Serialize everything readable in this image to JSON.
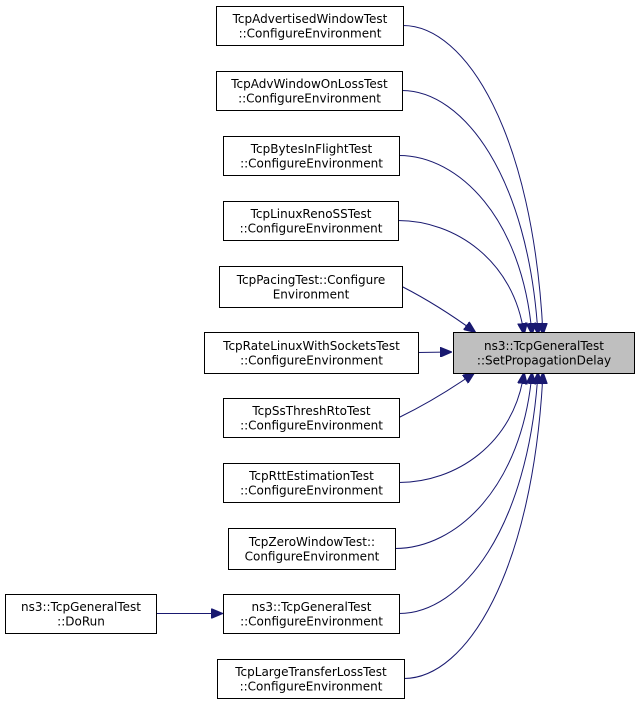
{
  "colors": {
    "edge": "#191970",
    "node_border": "#000000",
    "node_fill": "#ffffff",
    "target_fill": "#bfbfbf"
  },
  "target": {
    "id": "target",
    "lines": [
      "ns3::TcpGeneralTest",
      "::SetPropagationDelay"
    ]
  },
  "nodes": [
    {
      "id": "n0",
      "lines": [
        "TcpAdvertisedWindowTest",
        "::ConfigureEnvironment"
      ]
    },
    {
      "id": "n1",
      "lines": [
        "TcpAdvWindowOnLossTest",
        "::ConfigureEnvironment"
      ]
    },
    {
      "id": "n2",
      "lines": [
        "TcpBytesInFlightTest",
        "::ConfigureEnvironment"
      ]
    },
    {
      "id": "n3",
      "lines": [
        "TcpLinuxRenoSSTest",
        "::ConfigureEnvironment"
      ]
    },
    {
      "id": "n4",
      "lines": [
        "TcpPacingTest::Configure",
        "Environment"
      ]
    },
    {
      "id": "n5",
      "lines": [
        "TcpRateLinuxWithSocketsTest",
        "::ConfigureEnvironment"
      ]
    },
    {
      "id": "n6",
      "lines": [
        "TcpSsThreshRtoTest",
        "::ConfigureEnvironment"
      ]
    },
    {
      "id": "n7",
      "lines": [
        "TcpRttEstimationTest",
        "::ConfigureEnvironment"
      ]
    },
    {
      "id": "n8",
      "lines": [
        "TcpZeroWindowTest::",
        "ConfigureEnvironment"
      ]
    },
    {
      "id": "n9",
      "lines": [
        "ns3::TcpGeneralTest",
        "::ConfigureEnvironment"
      ]
    },
    {
      "id": "n10",
      "lines": [
        "TcpLargeTransferLossTest",
        "::ConfigureEnvironment"
      ]
    },
    {
      "id": "n11",
      "lines": [
        "ns3::TcpGeneralTest",
        "::DoRun"
      ]
    }
  ],
  "edges": [
    {
      "from": "n0",
      "to": "target"
    },
    {
      "from": "n1",
      "to": "target"
    },
    {
      "from": "n2",
      "to": "target"
    },
    {
      "from": "n3",
      "to": "target"
    },
    {
      "from": "n4",
      "to": "target"
    },
    {
      "from": "n5",
      "to": "target"
    },
    {
      "from": "n6",
      "to": "target"
    },
    {
      "from": "n7",
      "to": "target"
    },
    {
      "from": "n8",
      "to": "target"
    },
    {
      "from": "n9",
      "to": "target"
    },
    {
      "from": "n10",
      "to": "target"
    },
    {
      "from": "n11",
      "to": "n9"
    }
  ]
}
